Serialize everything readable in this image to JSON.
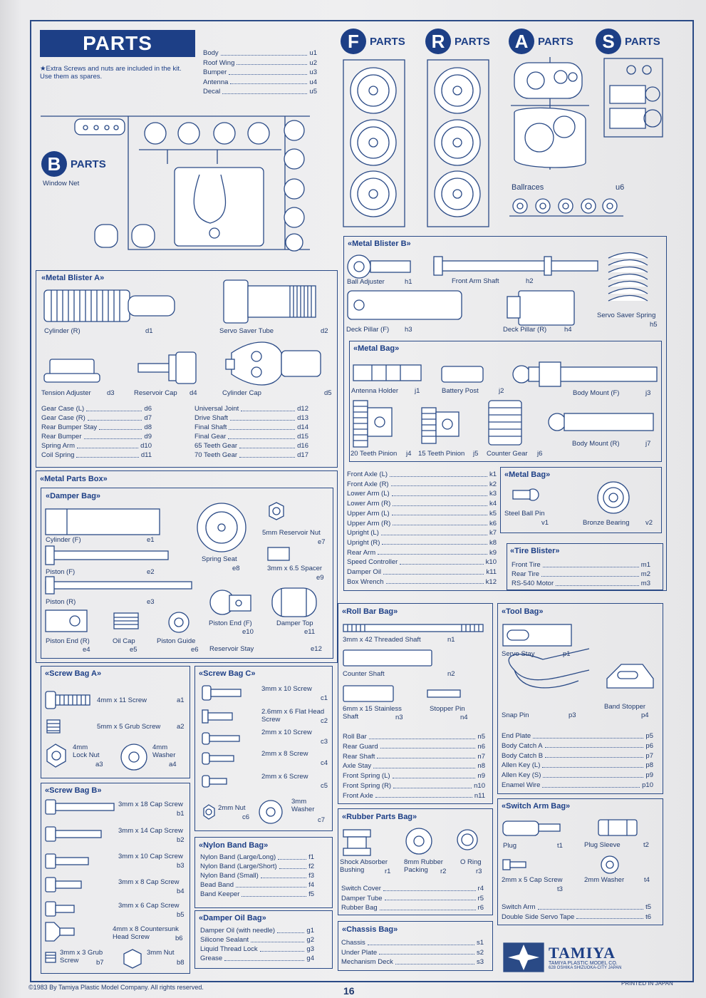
{
  "header": {
    "title": "PARTS",
    "note": "★Extra Screws and nuts are included in the kit. Use them as spares."
  },
  "u_parts": [
    {
      "name": "Body",
      "code": "u1"
    },
    {
      "name": "Roof Wing",
      "code": "u2"
    },
    {
      "name": "Bumper",
      "code": "u3"
    },
    {
      "name": "Antenna",
      "code": "u4"
    },
    {
      "name": "Decal",
      "code": "u5"
    }
  ],
  "sprues": {
    "F": "F",
    "R": "R",
    "A": "A",
    "S": "S",
    "B": "B",
    "parts_label": "PARTS",
    "window_net": "Window Net",
    "ballraces": "Ballraces",
    "ballraces_code": "u6"
  },
  "metal_blister_a": {
    "title": "«Metal Blister A»",
    "items": [
      {
        "name": "Cylinder (R)",
        "code": "d1"
      },
      {
        "name": "Servo Saver Tube",
        "code": "d2"
      },
      {
        "name": "Tension Adjuster",
        "code": "d3"
      },
      {
        "name": "Reservoir Cap",
        "code": "d4"
      },
      {
        "name": "Cylinder Cap",
        "code": "d5"
      }
    ],
    "list_left": [
      {
        "name": "Gear Case (L)",
        "code": "d6"
      },
      {
        "name": "Gear Case (R)",
        "code": "d7"
      },
      {
        "name": "Rear Bumper Stay",
        "code": "d8"
      },
      {
        "name": "Rear Bumper",
        "code": "d9"
      },
      {
        "name": "Spring Arm",
        "code": "d10"
      },
      {
        "name": "Coil Spring",
        "code": "d11"
      }
    ],
    "list_right": [
      {
        "name": "Universal Joint",
        "code": "d12"
      },
      {
        "name": "Drive Shaft",
        "code": "d13"
      },
      {
        "name": "Final Shaft",
        "code": "d14"
      },
      {
        "name": "Final Gear",
        "code": "d15"
      },
      {
        "name": "65 Teeth Gear",
        "code": "d16"
      },
      {
        "name": "70 Teeth Gear",
        "code": "d17"
      }
    ]
  },
  "metal_parts_box": {
    "title": "«Metal Parts Box»"
  },
  "damper_bag": {
    "title": "«Damper Bag»",
    "items": [
      {
        "name": "Cylinder (F)",
        "code": "e1"
      },
      {
        "name": "Piston (F)",
        "code": "e2"
      },
      {
        "name": "Piston (R)",
        "code": "e3"
      },
      {
        "name": "Piston End (R)",
        "code": "e4"
      },
      {
        "name": "Oil Cap",
        "code": "e5"
      },
      {
        "name": "Piston Guide",
        "code": "e6"
      },
      {
        "name": "5mm Reservoir Nut",
        "code": "e7"
      },
      {
        "name": "Spring Seat",
        "code": "e8"
      },
      {
        "name": "3mm x 6.5 Spacer",
        "code": "e9"
      },
      {
        "name": "Piston End (F)",
        "code": "e10"
      },
      {
        "name": "Damper Top",
        "code": "e11"
      },
      {
        "name": "Reservoir Stay",
        "code": "e12"
      }
    ]
  },
  "screw_bag_a": {
    "title": "«Screw Bag A»",
    "items": [
      {
        "name": "4mm x 11 Screw",
        "code": "a1"
      },
      {
        "name": "5mm x 5 Grub Screw",
        "code": "a2"
      },
      {
        "name": "4mm",
        "name2": "Lock Nut",
        "code": "a3"
      },
      {
        "name": "4mm",
        "name2": "Washer",
        "code": "a4"
      }
    ]
  },
  "screw_bag_b": {
    "title": "«Screw Bag B»",
    "items": [
      {
        "name": "3mm x 18 Cap Screw",
        "code": "b1"
      },
      {
        "name": "3mm x 14 Cap Screw",
        "code": "b2"
      },
      {
        "name": "3mm x 10 Cap Screw",
        "code": "b3"
      },
      {
        "name": "3mm x 8 Cap Screw",
        "code": "b4"
      },
      {
        "name": "3mm x 6 Cap Screw",
        "code": "b5"
      },
      {
        "name": "4mm x 8 Countersunk",
        "name2": "Head Screw",
        "code": "b6"
      },
      {
        "name": "3mm x 3 Grub",
        "name2": "Screw",
        "code": "b7"
      },
      {
        "name": "3mm Nut",
        "code": "b8"
      }
    ]
  },
  "screw_bag_c": {
    "title": "«Screw Bag C»",
    "items": [
      {
        "name": "3mm x 10 Screw",
        "code": "c1"
      },
      {
        "name": "2.6mm x 6 Flat Head",
        "name2": "Screw",
        "code": "c2"
      },
      {
        "name": "2mm x 10 Screw",
        "code": "c3"
      },
      {
        "name": "2mm x 8 Screw",
        "code": "c4"
      },
      {
        "name": "2mm x 6 Screw",
        "code": "c5"
      },
      {
        "name": "2mm Nut",
        "code": "c6"
      },
      {
        "name": "3mm",
        "name2": "Washer",
        "code": "c7"
      }
    ]
  },
  "nylon_band_bag": {
    "title": "«Nylon Band Bag»",
    "items": [
      {
        "name": "Nylon Band (Large/Long)",
        "code": "f1"
      },
      {
        "name": "Nylon Band (Large/Short)",
        "code": "f2"
      },
      {
        "name": "Nylon Band (Small)",
        "code": "f3"
      },
      {
        "name": "Bead Band",
        "code": "f4"
      },
      {
        "name": "Band Keeper",
        "code": "f5"
      }
    ]
  },
  "damper_oil_bag": {
    "title": "«Damper Oil Bag»",
    "items": [
      {
        "name": "Damper Oil (with needle)",
        "code": "g1"
      },
      {
        "name": "Silicone Sealant",
        "code": "g2"
      },
      {
        "name": "Liquid Thread Lock",
        "code": "g3"
      },
      {
        "name": "Grease",
        "code": "g4"
      }
    ]
  },
  "metal_blister_b": {
    "title": "«Metal Blister B»",
    "items": [
      {
        "name": "Ball Adjuster",
        "code": "h1"
      },
      {
        "name": "Front Arm Shaft",
        "code": "h2"
      },
      {
        "name": "Deck Pillar (F)",
        "code": "h3"
      },
      {
        "name": "Deck Pillar (R)",
        "code": "h4"
      },
      {
        "name": "Servo Saver Spring",
        "code": "h5"
      }
    ]
  },
  "metal_bag_j": {
    "title": "«Metal Bag»",
    "items": [
      {
        "name": "Antenna Holder",
        "code": "j1"
      },
      {
        "name": "Battery Post",
        "code": "j2"
      },
      {
        "name": "Body Mount (F)",
        "code": "j3"
      },
      {
        "name": "20 Teeth Pinion",
        "code": "j4"
      },
      {
        "name": "15 Teeth Pinion",
        "code": "j5"
      },
      {
        "name": "Counter Gear",
        "code": "j6"
      },
      {
        "name": "Body Mount (R)",
        "code": "j7"
      }
    ]
  },
  "k_list": [
    {
      "name": "Front Axle (L)",
      "code": "k1"
    },
    {
      "name": "Front Axle (R)",
      "code": "k2"
    },
    {
      "name": "Lower Arm (L)",
      "code": "k3"
    },
    {
      "name": "Lower Arm (R)",
      "code": "k4"
    },
    {
      "name": "Upper Arm (L)",
      "code": "k5"
    },
    {
      "name": "Upper Arm (R)",
      "code": "k6"
    },
    {
      "name": "Upright (L)",
      "code": "k7"
    },
    {
      "name": "Upright (R)",
      "code": "k8"
    },
    {
      "name": "Rear Arm",
      "code": "k9"
    },
    {
      "name": "Speed Controller",
      "code": "k10"
    },
    {
      "name": "Damper Oil",
      "code": "k11"
    },
    {
      "name": "Box Wrench",
      "code": "k12"
    }
  ],
  "metal_bag_v": {
    "title": "«Metal Bag»",
    "items": [
      {
        "name": "Steel Ball Pin",
        "code": "v1"
      },
      {
        "name": "Bronze Bearing",
        "code": "v2"
      }
    ]
  },
  "tire_blister": {
    "title": "«Tire Blister»",
    "items": [
      {
        "name": "Front Tire",
        "code": "m1"
      },
      {
        "name": "Rear Tire",
        "code": "m2"
      },
      {
        "name": "RS-540 Motor",
        "code": "m3"
      }
    ]
  },
  "roll_bar_bag": {
    "title": "«Roll Bar Bag»",
    "items": [
      {
        "name": "3mm x 42 Threaded Shaft",
        "code": "n1"
      },
      {
        "name": "Counter Shaft",
        "code": "n2"
      },
      {
        "name": "6mm x 15 Stainless",
        "name2": "Shaft",
        "code": "n3"
      },
      {
        "name": "Stopper Pin",
        "code": "n4"
      }
    ],
    "list": [
      {
        "name": "Roll Bar",
        "code": "n5"
      },
      {
        "name": "Rear Guard",
        "code": "n6"
      },
      {
        "name": "Rear Shaft",
        "code": "n7"
      },
      {
        "name": "Axle Stay",
        "code": "n8"
      },
      {
        "name": "Front Spring (L)",
        "code": "n9"
      },
      {
        "name": "Front Spring (R)",
        "code": "n10"
      },
      {
        "name": "Front Axle",
        "code": "n11"
      }
    ]
  },
  "tool_bag": {
    "title": "«Tool Bag»",
    "items": [
      {
        "name": "Servo Stay",
        "code": "p1"
      },
      {
        "name": "Snap Pin",
        "code": "p3"
      },
      {
        "name": "Band Stopper",
        "code": "p4"
      }
    ],
    "list": [
      {
        "name": "End Plate",
        "code": "p5"
      },
      {
        "name": "Body Catch A",
        "code": "p6"
      },
      {
        "name": "Body Catch B",
        "code": "p7"
      },
      {
        "name": "Allen Key (L)",
        "code": "p8"
      },
      {
        "name": "Allen Key (S)",
        "code": "p9"
      },
      {
        "name": "Enamel Wire",
        "code": "p10"
      }
    ]
  },
  "rubber_parts_bag": {
    "title": "«Rubber Parts Bag»",
    "items": [
      {
        "name": "Shock Absorber",
        "name2": "Bushing",
        "code": "r1"
      },
      {
        "name": "8mm Rubber",
        "name2": "Packing",
        "code": "r2"
      },
      {
        "name": "O Ring",
        "code": "r3"
      }
    ],
    "list": [
      {
        "name": "Switch Cover",
        "code": "r4"
      },
      {
        "name": "Damper Tube",
        "code": "r5"
      },
      {
        "name": "Rubber Bag",
        "code": "r6"
      }
    ]
  },
  "switch_arm_bag": {
    "title": "«Switch Arm Bag»",
    "items": [
      {
        "name": "Plug",
        "code": "t1"
      },
      {
        "name": "Plug Sleeve",
        "code": "t2"
      },
      {
        "name": "2mm x 5 Cap Screw",
        "code": "t3"
      },
      {
        "name": "2mm Washer",
        "code": "t4"
      }
    ],
    "list": [
      {
        "name": "Switch Arm",
        "code": "t5"
      },
      {
        "name": "Double Side Servo Tape",
        "code": "t6"
      }
    ]
  },
  "chassis_bag": {
    "title": "«Chassis Bag»",
    "list": [
      {
        "name": "Chassis",
        "code": "s1"
      },
      {
        "name": "Under Plate",
        "code": "s2"
      },
      {
        "name": "Mechanism Deck",
        "code": "s3"
      }
    ]
  },
  "footer": {
    "copyright": "©1983 By Tamiya Plastic Model Company. All rights reserved.",
    "page": "16",
    "brand": "TAMIYA",
    "brand_sub": "TAMIYA PLASTIC MODEL CO.",
    "brand_addr": "628 OSHIKA SHIZUOKA-CITY JAPAN",
    "printed": "PRINTED IN JAPAN"
  },
  "colors": {
    "ink": "#2a4a86",
    "accent": "#1d3f86",
    "paper": "#efeff0"
  }
}
